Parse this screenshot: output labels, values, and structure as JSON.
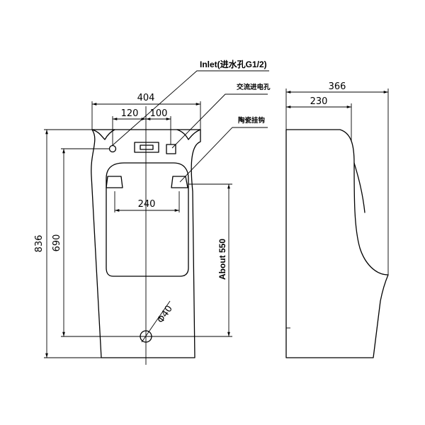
{
  "labels": {
    "inlet": "Inlet(进水孔G1/2)",
    "ac_inlet": "交流进电孔",
    "ceramic_hook": "陶瓷挂钩",
    "about_550": "About 550",
    "diameter_40": "Φ40"
  },
  "dimensions": {
    "width_404": "404",
    "dim_120": "120",
    "dim_100": "100",
    "dim_240": "240",
    "height_836": "836",
    "height_690": "690",
    "depth_366": "366",
    "depth_230": "230"
  }
}
